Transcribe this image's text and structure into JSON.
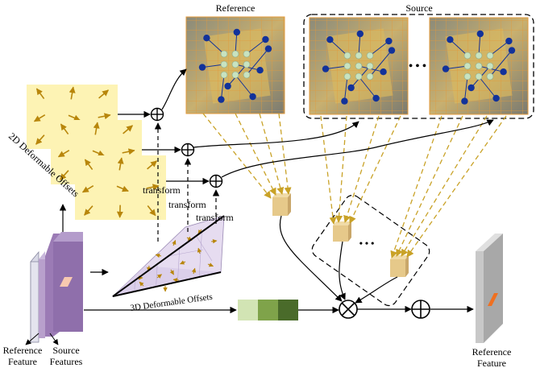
{
  "labels": {
    "reference_title": "Reference",
    "source_title": "Source",
    "ellipsis": "• • •",
    "offsets_2d": "2D Deformable Offsets",
    "offsets_3d": "3D Deformable Offsets",
    "transform_1": "transform",
    "transform_2": "transform",
    "transform_3": "transform",
    "ref_feature_left_line1": "Reference",
    "ref_feature_left_line2": "Feature",
    "source_features_line1": "Source",
    "source_features_line2": "Features",
    "ref_feature_right_line1": "Reference",
    "ref_feature_right_line2": "Feature"
  },
  "colors": {
    "offset_card": "#fdf3b4",
    "offset_arrow": "#b8860b",
    "dashed_arrow": "#c9a227",
    "patch": "#e6c98a",
    "ref_feature": "#d9d9e6",
    "source_features": "#9b7bb5",
    "weight_bar": [
      "#d2e4b4",
      "#7fa34a",
      "#4a6b2a"
    ],
    "output_feature": "#bdbdbd",
    "output_patch": "#f07020",
    "input_patch": "#f8c9b0",
    "sample_point_ref": "#12329a",
    "sample_point_grid": "#c8e3c0",
    "image_grid": "#e39a3a"
  }
}
